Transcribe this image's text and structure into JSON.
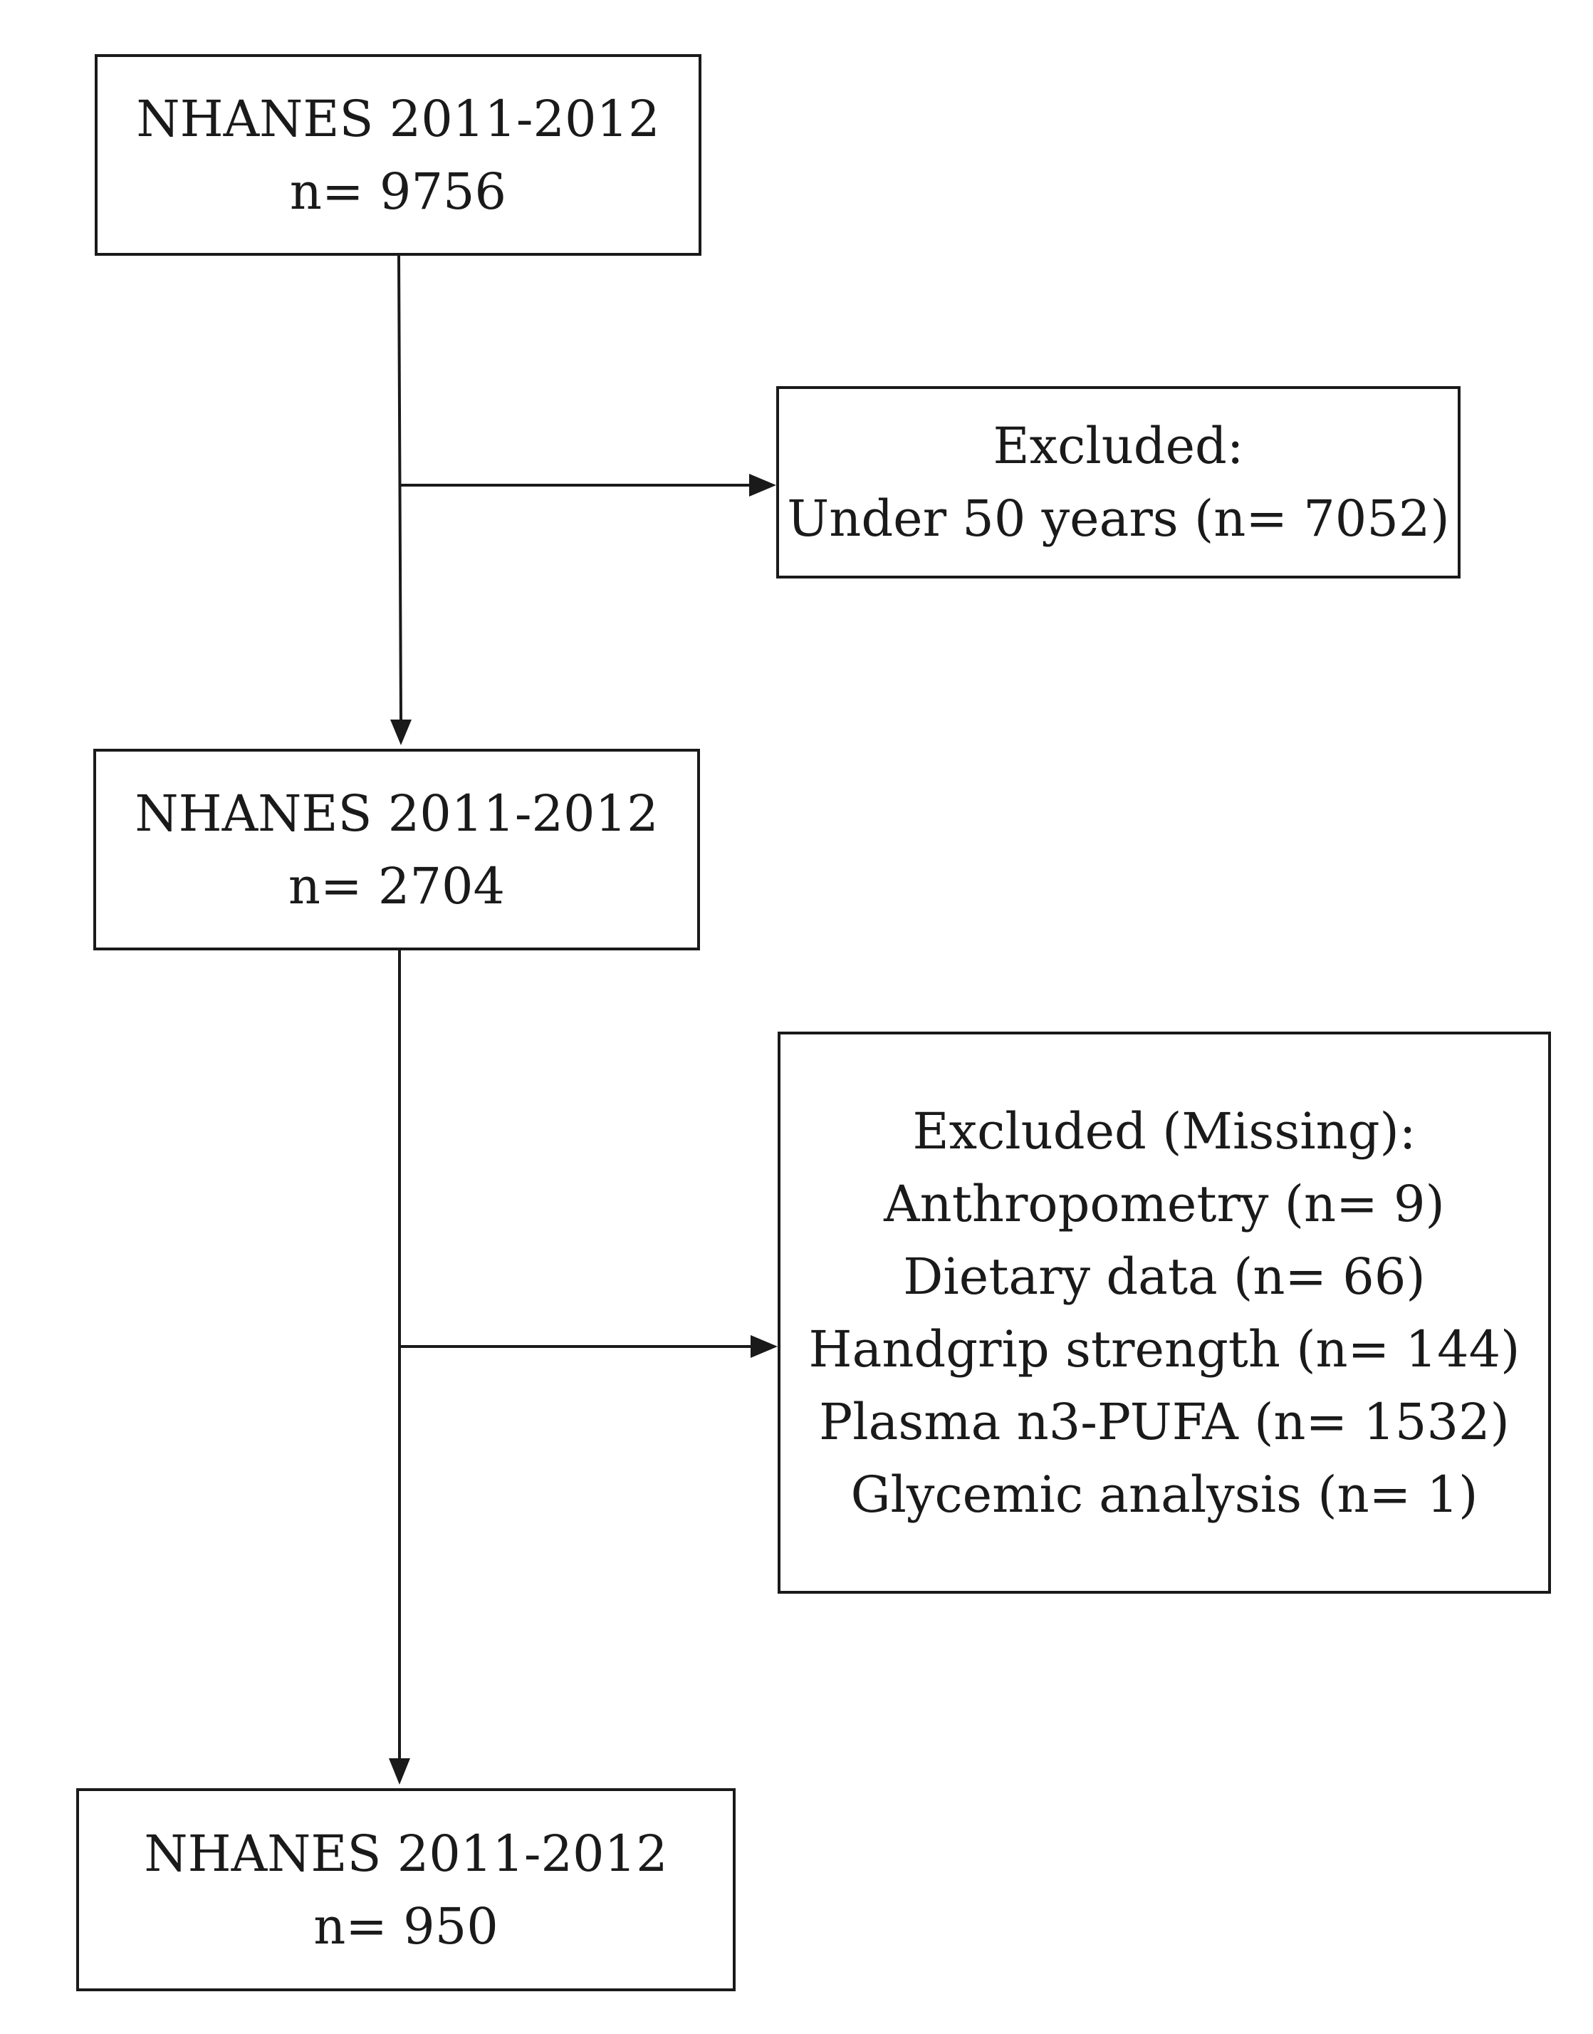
{
  "start": {
    "title": "NHANES 2011-2012",
    "count": "n= 9756"
  },
  "exclusion_age": {
    "heading": "Excluded:",
    "items": [
      "Under 50 years (n= 7052)"
    ]
  },
  "middle": {
    "title": "NHANES 2011-2012",
    "count": "n= 2704"
  },
  "exclusion_missing": {
    "heading": "Excluded (Missing):",
    "items": [
      "Anthropometry (n= 9)",
      "Dietary data (n= 66)",
      "Handgrip strength (n= 144)",
      "Plasma n3-PUFA (n= 1532)",
      "Glycemic analysis (n= 1)"
    ]
  },
  "final": {
    "title": "NHANES 2011-2012",
    "count": "n= 950"
  }
}
